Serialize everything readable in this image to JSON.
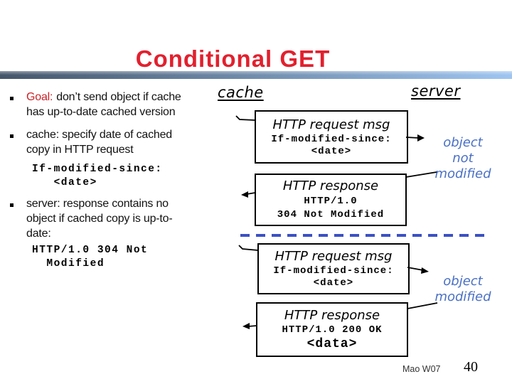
{
  "slide_title": "Conditional GET",
  "content": {
    "bullet_goal_lead": "Goal:",
    "bullet_goal_rest": "don’t send object if cache\nhas up-to-date cached version",
    "bullet_cache": "cache: specify date of cached\ncopy in HTTP request",
    "code_if_modified": "If-modified-since:\n   <date>",
    "bullet_server": "server: response contains no\nobject if cached copy is up-to-\ndate:",
    "code_304": "HTTP/1.0 304 Not\n  Modified"
  },
  "diagram": {
    "cache_label": "cache",
    "server_label": "server",
    "exchange1": {
      "request": {
        "title": "HTTP request msg",
        "code_line1": "If-modified-since:",
        "code_line2": "<date>"
      },
      "response": {
        "title": "HTTP response",
        "code_line1": "HTTP/1.0",
        "code_line2": "304 Not Modified"
      },
      "server_note": "object\nnot\nmodified"
    },
    "exchange2": {
      "request": {
        "title": "HTTP request msg",
        "code_line1": "If-modified-since:",
        "code_line2": "<date>"
      },
      "response": {
        "title": "HTTP response",
        "code_line1": "HTTP/1.0 200 OK",
        "code_line2": "<data>"
      },
      "server_note": "object\nmodified"
    }
  },
  "footer": {
    "credit": "Mao W07",
    "page_number": "40"
  },
  "colors": {
    "title_red": "#e2202e",
    "goal_red": "#cc2127",
    "note_blue": "#4a70c5",
    "separator_blue": "#3b50c5",
    "bar_gradient_left": "#44566a",
    "bar_gradient_right": "#9ec5f1"
  }
}
